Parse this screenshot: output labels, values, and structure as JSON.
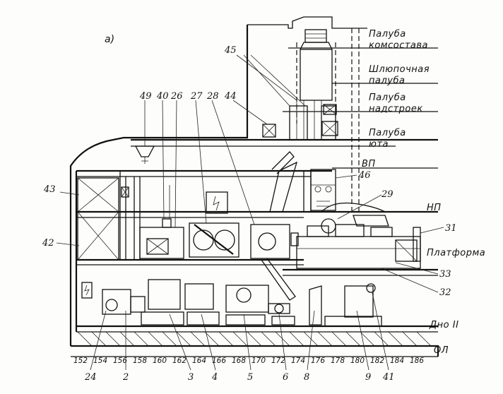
{
  "figure_label": "а)",
  "decks": [
    {
      "id": "commanders-deck",
      "text_lines": [
        "Палуба",
        "комсостава"
      ]
    },
    {
      "id": "boat-deck",
      "text_lines": [
        "Шлюпочная",
        "палуба"
      ]
    },
    {
      "id": "superstructure-deck",
      "text_lines": [
        "Палуба",
        "надстроек"
      ]
    },
    {
      "id": "poop-deck",
      "text_lines": [
        "Палуба",
        "юта"
      ]
    },
    {
      "id": "upper-deck",
      "text_lines": [
        "ВП"
      ]
    },
    {
      "id": "lower-deck",
      "text_lines": [
        "НП"
      ]
    },
    {
      "id": "platform",
      "text_lines": [
        "Платформа"
      ]
    },
    {
      "id": "double-bottom",
      "text_lines": [
        "Дно II"
      ]
    },
    {
      "id": "baseline",
      "text_lines": [
        "ОЛ"
      ]
    }
  ],
  "callouts": [
    "45",
    "49",
    "40",
    "26",
    "27",
    "28",
    "44",
    "46",
    "29",
    "31",
    "33",
    "32",
    "43",
    "42",
    "24",
    "2",
    "3",
    "4",
    "5",
    "6",
    "8",
    "9",
    "41"
  ],
  "frames": [
    "152",
    "154",
    "156",
    "158",
    "160",
    "162",
    "164",
    "166",
    "168",
    "170",
    "172",
    "174",
    "176",
    "178",
    "180",
    "182",
    "184",
    "186"
  ]
}
